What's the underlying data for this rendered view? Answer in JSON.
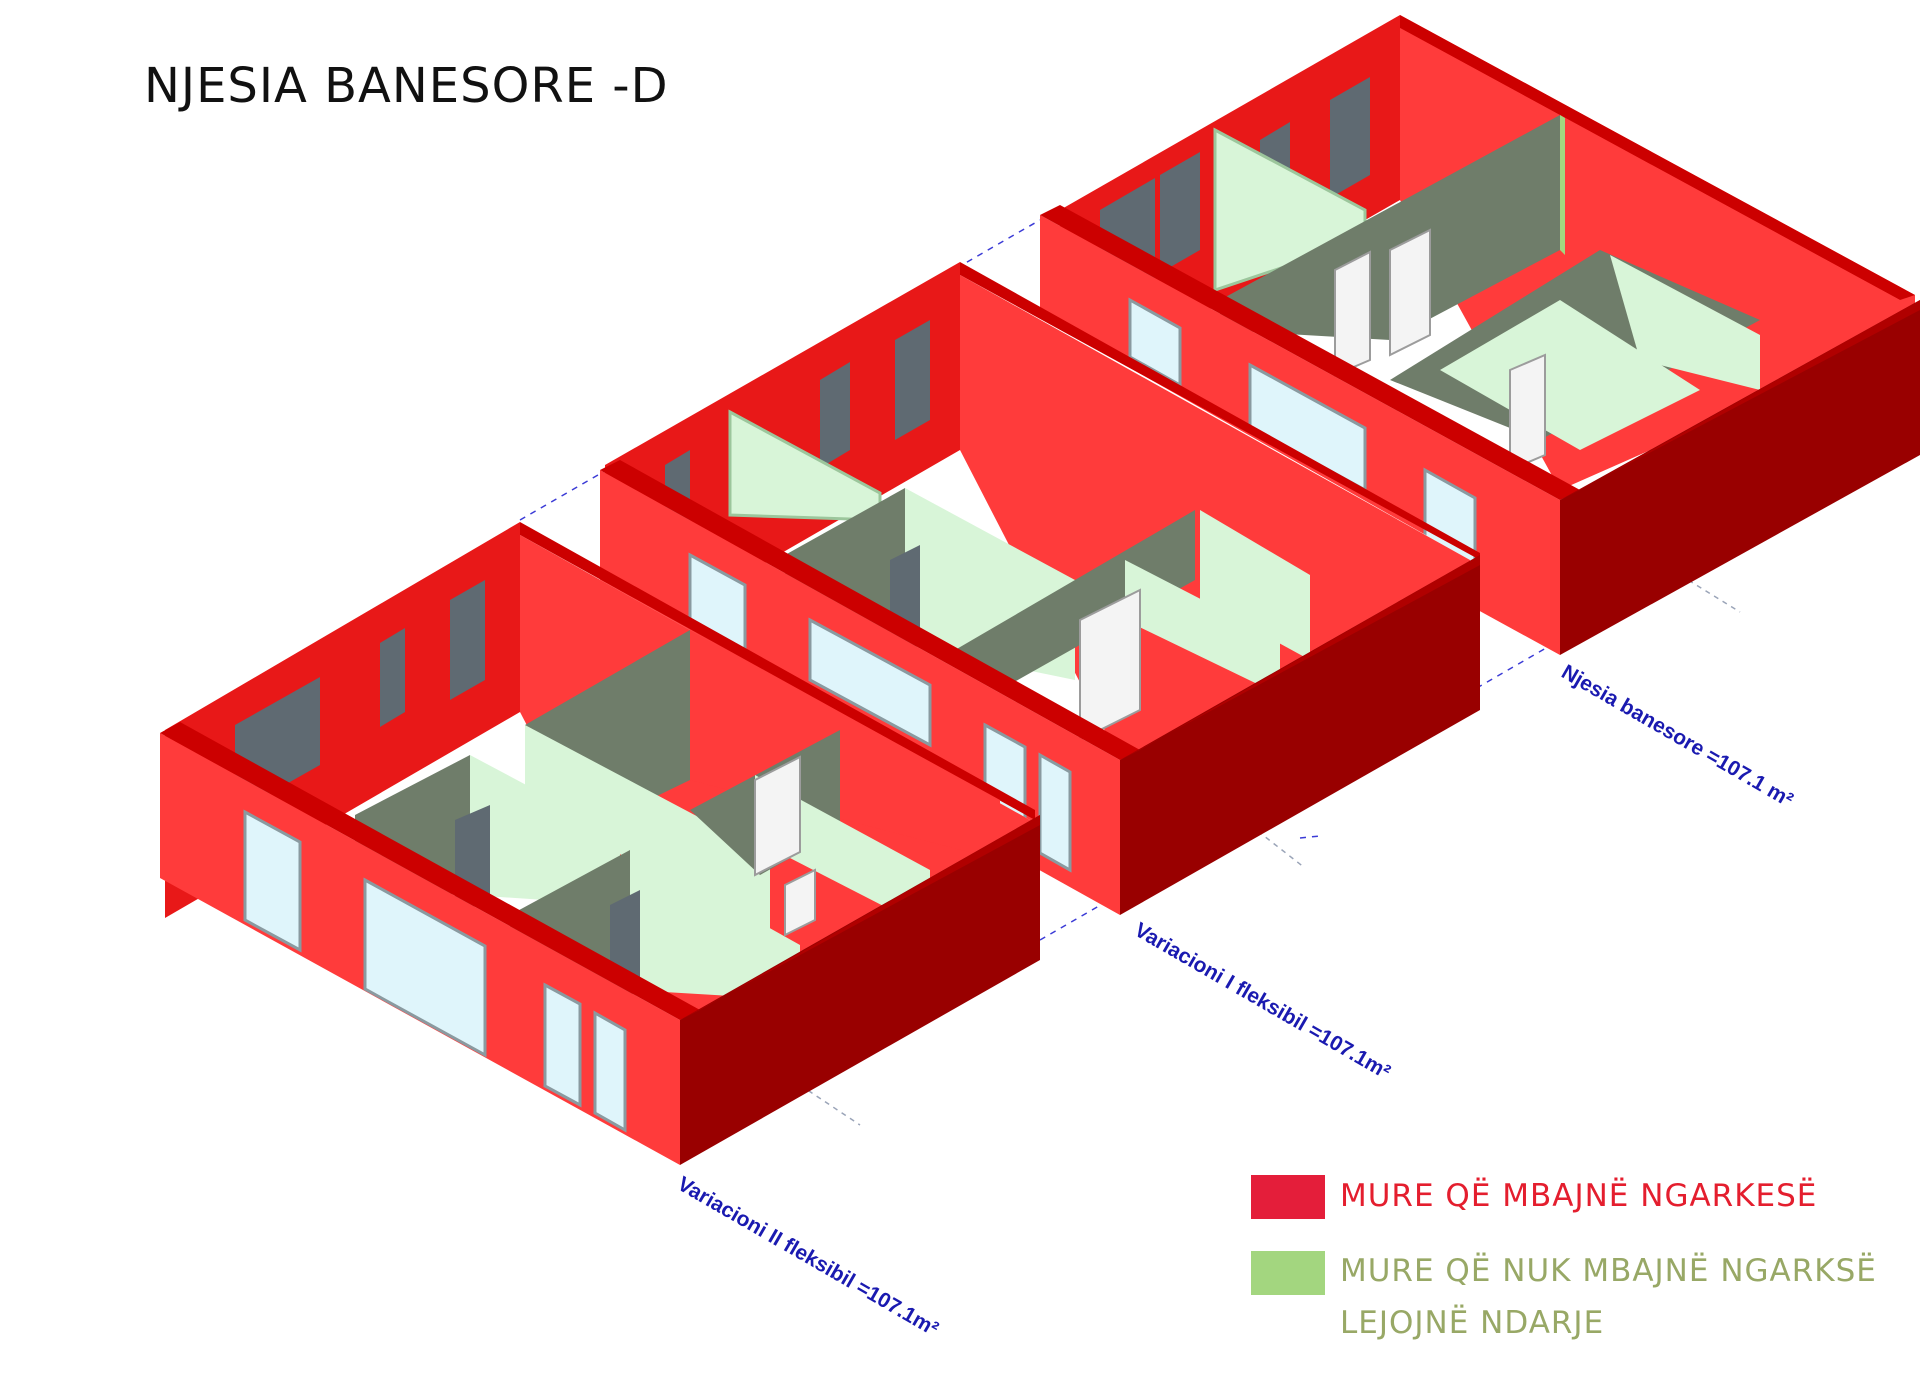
{
  "title": "NJESIA BANESORE -D",
  "units": [
    {
      "label": "Njesia banesore =107.1 m²"
    },
    {
      "label": "Variacioni I   fleksibil =107.1m²"
    },
    {
      "label": "Variacioni II    fleksibil =107.1m²"
    }
  ],
  "legend": {
    "bearing": {
      "label": "MURE QË MBAJNË NGARKESË",
      "color": "#e41e3a"
    },
    "non_bearing": {
      "line1": "MURE QË NUK MBAJNË NGARKSË",
      "line2": "LEJOJNË NDARJE",
      "color": "#a3d67f"
    }
  },
  "colors": {
    "wall_front": "#ff3b3b",
    "wall_side": "#990000",
    "wall_top": "#cc0000",
    "partition_light": "#d8f5d8",
    "partition_dark": "#6f7d6a",
    "glass": "#dff5fb",
    "glass_dark": "#5f6a72",
    "label_blue": "#1a1ab0",
    "legend_green_text": "#98a866",
    "legend_red_text": "#e41e2e"
  }
}
